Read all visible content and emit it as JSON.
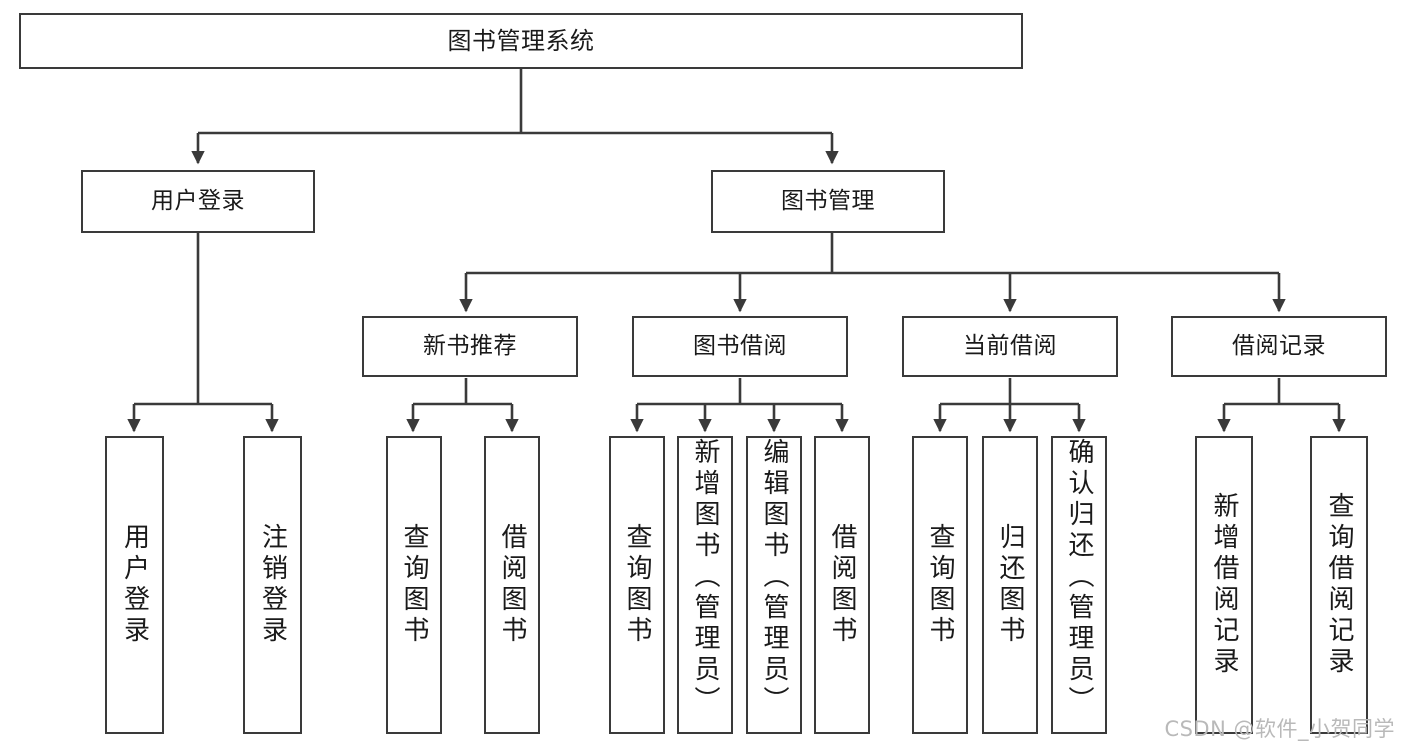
{
  "diagram": {
    "title": "图书管理系统",
    "watermark": "CSDN @软件_小贺同学",
    "colors": {
      "stroke": "#3a3a3a",
      "fill": "#ffffff",
      "text": "#1a1a1a",
      "watermark": "#b9b9b9"
    },
    "levels": {
      "root": {
        "label": "图书管理系统"
      },
      "level2": [
        {
          "id": "user-login",
          "label": "用户登录"
        },
        {
          "id": "book-manage",
          "label": "图书管理"
        }
      ],
      "level3": [
        {
          "id": "new-book-recommend",
          "label": "新书推荐"
        },
        {
          "id": "book-borrow",
          "label": "图书借阅"
        },
        {
          "id": "current-borrow",
          "label": "当前借阅"
        },
        {
          "id": "borrow-record",
          "label": "借阅记录"
        }
      ],
      "leaves": [
        {
          "id": "leaf-user-login",
          "label": "用户登录",
          "parent": "user-login",
          "align": "center"
        },
        {
          "id": "leaf-logout-login",
          "label": "注销登录",
          "parent": "user-login",
          "align": "center"
        },
        {
          "id": "leaf-query-book-1",
          "label": "查询图书",
          "parent": "new-book-recommend",
          "align": "center"
        },
        {
          "id": "leaf-borrow-book-1",
          "label": "借阅图书",
          "parent": "new-book-recommend",
          "align": "center"
        },
        {
          "id": "leaf-query-book-2",
          "label": "查询图书",
          "parent": "book-borrow",
          "align": "center"
        },
        {
          "id": "leaf-add-book",
          "label": "新增图书（管理员）",
          "parent": "book-borrow",
          "align": "top"
        },
        {
          "id": "leaf-edit-book",
          "label": "编辑图书（管理员）",
          "parent": "book-borrow",
          "align": "top"
        },
        {
          "id": "leaf-borrow-book-2",
          "label": "借阅图书",
          "parent": "book-borrow",
          "align": "center"
        },
        {
          "id": "leaf-query-book-3",
          "label": "查询图书",
          "parent": "current-borrow",
          "align": "center"
        },
        {
          "id": "leaf-return-book",
          "label": "归还图书",
          "parent": "current-borrow",
          "align": "center"
        },
        {
          "id": "leaf-confirm-return",
          "label": "确认归还（管理员）",
          "parent": "current-borrow",
          "align": "top"
        },
        {
          "id": "leaf-add-record",
          "label": "新增借阅记录",
          "parent": "borrow-record",
          "align": "center"
        },
        {
          "id": "leaf-query-record",
          "label": "查询借阅记录",
          "parent": "borrow-record",
          "align": "center"
        }
      ]
    }
  }
}
